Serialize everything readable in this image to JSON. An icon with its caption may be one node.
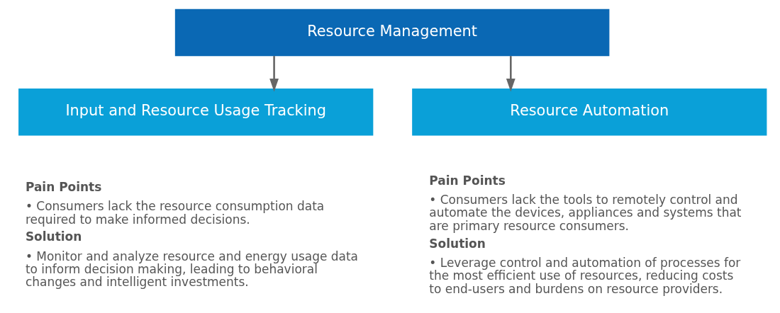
{
  "diagram": {
    "nodes": [
      {
        "text": [
          "Resource Management"
        ]
      },
      {
        "text": [
          "Input and Resource Usage Tracking"
        ],
        "beside": [
          "Pain Points",
          "• Consumers lack the resource consumption data required to make informed decisions.",
          "Solution",
          "• Monitor and analyze resource and energy usage data to inform decision making, leading to behavioral changes and intelligent investments."
        ]
      },
      {
        "text": [
          "Resource Automation"
        ],
        "beside": [
          "Pain Points",
          "• Consumers lack the tools to remotely control and automate the devices, appliances and systems that are primary resource consumers.",
          "Solution",
          "• Leverage control and automation of processes for the most efficient use of resources, reducing costs to end-users and burdens on resource providers."
        ]
      }
    ],
    "edges": [
      {
        "from": 0,
        "to": 1,
        "arrow": "to"
      },
      {
        "from": 0,
        "to": 2,
        "arrow": "to"
      }
    ]
  }
}
